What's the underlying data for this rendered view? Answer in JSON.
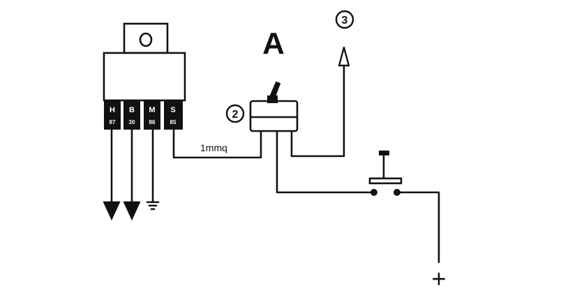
{
  "diagram": {
    "label_a": "A",
    "marker_2": "2",
    "marker_3": "3",
    "wire_label": "1mmq",
    "plus_sign": "+",
    "relay": {
      "pins": [
        {
          "letter": "H",
          "number": "87"
        },
        {
          "letter": "B",
          "number": "30"
        },
        {
          "letter": "M",
          "number": "86"
        },
        {
          "letter": "S",
          "number": "85"
        }
      ]
    }
  }
}
